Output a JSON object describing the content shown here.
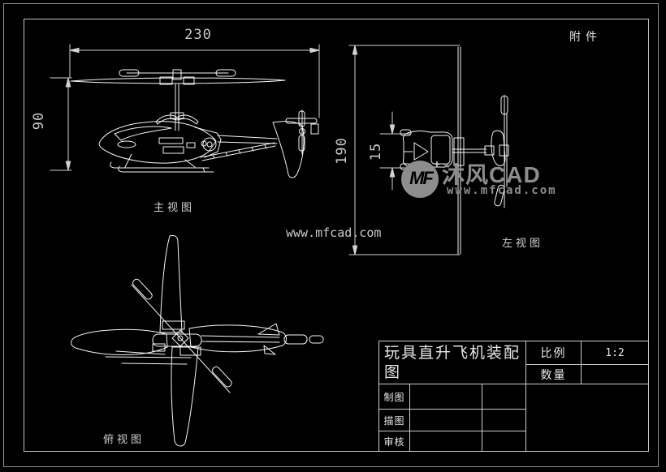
{
  "labels": {
    "attachment": "附件",
    "main_view": "主视图",
    "top_view": "俯视图",
    "left_view": "左视图"
  },
  "dimensions": {
    "overall_length": "230",
    "overall_height": "90",
    "rotor_span": "190",
    "body_width": "15"
  },
  "title_block": {
    "title": "玩具直升飞机装配图",
    "scale_label": "比例",
    "scale_value": "1:2",
    "quantity_label": "数量",
    "quantity_value": "",
    "drafted_label": "制图",
    "drafted_value": "",
    "traced_label": "描图",
    "traced_value": "",
    "checked_label": "审核",
    "checked_value": ""
  },
  "watermark": {
    "center_url": "www.mfcad.com",
    "brand_initials": "MF",
    "brand_name": "沐风CAD",
    "brand_url": "www.mfcad.com",
    "spark": "+"
  },
  "colors": {
    "background": "#000000",
    "line": "#f5f5f5",
    "frame_outer": "#8f8f8f",
    "frame_inner": "#c4c4c4",
    "dim_text": "#c9c9c9",
    "watermark_gray": "#8d8d8d"
  }
}
